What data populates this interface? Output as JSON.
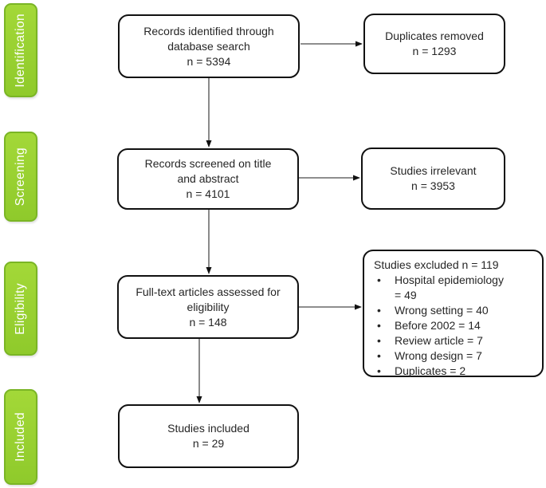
{
  "figure": {
    "name": "PRISMA study selection flow diagram"
  },
  "stages": [
    {
      "id": "identification",
      "label": "Identification"
    },
    {
      "id": "screening",
      "label": "Screening"
    },
    {
      "id": "eligibility",
      "label": "Eligibility"
    },
    {
      "id": "included",
      "label": "Included"
    }
  ],
  "boxes": {
    "identified": {
      "lines": [
        "Records identified through",
        "database search",
        "n = 5394"
      ]
    },
    "duplicates": {
      "lines": [
        "Duplicates removed",
        "n = 1293"
      ]
    },
    "screened": {
      "lines": [
        "Records screened on title",
        "and abstract",
        "n = 4101"
      ]
    },
    "irrelevant": {
      "lines": [
        "Studies irrelevant",
        "n = 3953"
      ]
    },
    "fulltext": {
      "lines": [
        "Full-text articles assessed for",
        "eligibility",
        "n = 148"
      ]
    },
    "excluded": {
      "title": "Studies excluded n = 119",
      "items": [
        "Hospital epidemiology = 49",
        "Wrong setting = 40",
        "Before 2002 = 14",
        "Review article = 7",
        "Wrong design = 7",
        "Duplicates = 2"
      ]
    },
    "included": {
      "lines": [
        "Studies included",
        "n = 29"
      ]
    }
  },
  "colors": {
    "label_green_top": "#a3d838",
    "label_green_bottom": "#8fca2b",
    "label_border": "#7ab525",
    "label_text": "#ffffff",
    "box_border": "#111111",
    "box_text": "#262626",
    "arrow_line": "#4a4a4a",
    "arrow_head": "#111111"
  }
}
